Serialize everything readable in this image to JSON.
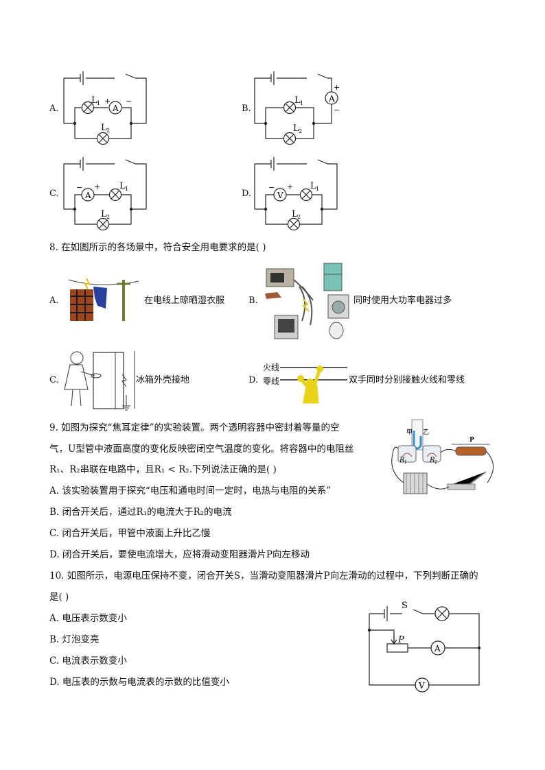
{
  "q7": {
    "options": [
      {
        "letter": "A.",
        "labels": {
          "L1": "L",
          "L1sub": "1",
          "L2": "L",
          "L2sub": "2",
          "meter": "A",
          "plus": "+",
          "minus": "−"
        }
      },
      {
        "letter": "B.",
        "labels": {
          "L1": "L",
          "L1sub": "1",
          "L2": "L",
          "L2sub": "2",
          "meter": "A",
          "plus": "+",
          "minus": "−"
        }
      },
      {
        "letter": "C.",
        "labels": {
          "L1": "L",
          "L1sub": "1",
          "L2": "L",
          "L2sub": "2",
          "meter": "A",
          "plus": "+",
          "minus": "−"
        }
      },
      {
        "letter": "D.",
        "labels": {
          "L1": "L",
          "L1sub": "1",
          "L2": "L",
          "L2sub": "2",
          "meter": "V",
          "plus": "+",
          "minus": "−"
        }
      }
    ]
  },
  "q8": {
    "stem": "8. 在如图所示的各场景中，符合安全用电要求的是(    )",
    "options": [
      {
        "letter": "A.",
        "caption": "在电线上晾晒湿衣服"
      },
      {
        "letter": "B.",
        "caption": "同时使用大功率电器过多"
      },
      {
        "letter": "C.",
        "caption": "冰箱外壳接地"
      },
      {
        "letter": "D.",
        "caption": "双手同时分别接触火线和零线",
        "live": "火线",
        "neutral": "零线"
      }
    ]
  },
  "q9": {
    "line1": "9. 如图为探究“焦耳定律”的实验装置。两个透明容器中密封着等量的空",
    "line2": "气，U型管中液面高度的变化反映密闭空气温度的变化。将容器中的电阻丝",
    "line3": "R₁、R₂串联在电路中，且R₁ < R₂.下列说法正确的是(    )",
    "options": [
      "A. 该实验装置用于探究“电压和通电时间一定时，电热与电阻的关系”",
      "B. 闭合开关后，通过R₁的电流大于R₂的电流",
      "C. 闭合开关后，甲管中液面上升比乙慢",
      "D. 闭合开关后，要使电流增大，应将滑动变阻器滑片P向左移动"
    ],
    "figure": {
      "jia": "甲",
      "yi": "乙",
      "r1": "R",
      "r1sub": "1",
      "r2": "R",
      "r2sub": "2",
      "p": "P"
    }
  },
  "q10": {
    "line1": "10. 如图所示，电源电压保持不变，闭合开关S，当滑动变阻器滑片P向左滑动的过程中，下列判断正确的",
    "line2": "是(    )",
    "options": [
      "A. 电压表示数变小",
      "B. 灯泡变亮",
      "C. 电流表示数变小",
      "D. 电压表的示数与电流表的示数的比值变小"
    ],
    "figure": {
      "s": "S",
      "p": "P",
      "a": "A",
      "v": "V"
    }
  }
}
